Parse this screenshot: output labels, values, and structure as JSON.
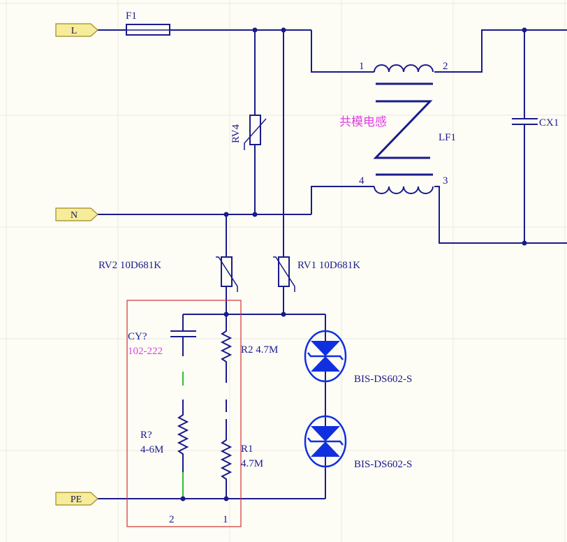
{
  "colors": {
    "background": "#fdfdf6",
    "grid": "#e9e9e2",
    "wire": "#1a1a8c",
    "junction": "#1a1a8c",
    "diode": "#1030e0",
    "annotation": "#e040e0",
    "port_fill": "#f6ec9a",
    "port_stroke": "#a08a20",
    "selection_box": "#d03030",
    "green_wire": "#30c030"
  },
  "ports": [
    {
      "id": "L",
      "label": "L"
    },
    {
      "id": "N",
      "label": "N"
    },
    {
      "id": "PE",
      "label": "PE"
    }
  ],
  "components": {
    "fuse": {
      "designator": "F1"
    },
    "varistor_rv4": {
      "designator": "RV4"
    },
    "varistor_rv2": {
      "designator": "RV2 10D681K"
    },
    "varistor_rv1": {
      "designator": "RV1 10D681K"
    },
    "common_mode_choke": {
      "designator": "LF1",
      "note": "共模电感",
      "pins": [
        "1",
        "2",
        "3",
        "4"
      ]
    },
    "capacitor_cx1": {
      "designator": "CX1"
    },
    "capacitor_cy": {
      "designator": "CY?",
      "value": "102-222"
    },
    "resistor_r2": {
      "designator": "R2 4.7M"
    },
    "resistor_r1": {
      "designator": "R1",
      "value": "4.7M"
    },
    "resistor_rq": {
      "designator": "R?",
      "value": "4-6M"
    },
    "tvs_upper": {
      "designator": "BIS-DS602-S"
    },
    "tvs_lower": {
      "designator": "BIS-DS602-S"
    }
  },
  "option_labels": [
    "2",
    "1"
  ]
}
